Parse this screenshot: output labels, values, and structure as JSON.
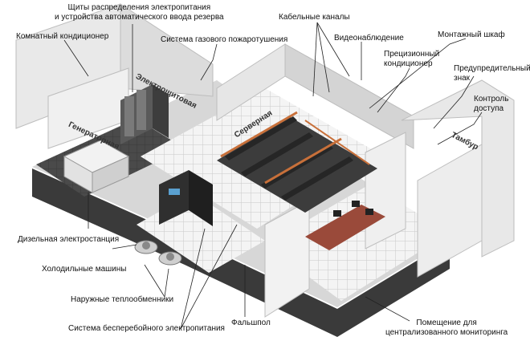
{
  "labels": {
    "panels": "Щиты распределения электропитания\nи устройства автоматического ввода резерва",
    "cable_channels": "Кабельные каналы",
    "room_ac": "Комнатный кондиционер",
    "gas_fire": "Система газового пожаротушения",
    "video": "Видеонаблюдение",
    "rack": "Монтажный шкаф",
    "precision_ac": "Прецизионный\nкондиционер",
    "warning_sign": "Предупредительный\nзнак",
    "access_control": "Контроль\nдоступа",
    "diesel": "Дизельная электростанция",
    "chillers": "Холодильные машины",
    "heat_exchangers": "Наружные теплообменники",
    "ups": "Система бесперебойного электропитания",
    "raised_floor": "Фальшпол",
    "monitoring_room": "Помещение для\nцентрализованного мониторинга"
  },
  "rooms": {
    "electrical": "Электрощитовая",
    "generator": "Генераторная",
    "server": "Серверная",
    "vestibule": "Тамбур"
  }
}
